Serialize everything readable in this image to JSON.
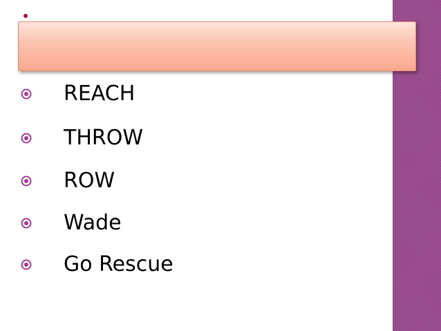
{
  "slide": {
    "title": "",
    "bullets": [
      {
        "text": "REACH",
        "icon": "bullet-circle-icon"
      },
      {
        "text": "THROW",
        "icon": "bullet-circle-icon"
      },
      {
        "text": "ROW",
        "icon": "bullet-circle-icon"
      },
      {
        "text": "Wade",
        "icon": "bullet-circle-icon"
      },
      {
        "text": "Go Rescue",
        "icon": "bullet-circle-icon"
      }
    ]
  },
  "colors": {
    "accent_band": "#9a4a8e",
    "title_bar_fill": "#f8a98f",
    "title_bar_border": "#e88970",
    "dot": "#a0114a",
    "bullet_icon": "#a13c8f",
    "text": "#000000"
  }
}
